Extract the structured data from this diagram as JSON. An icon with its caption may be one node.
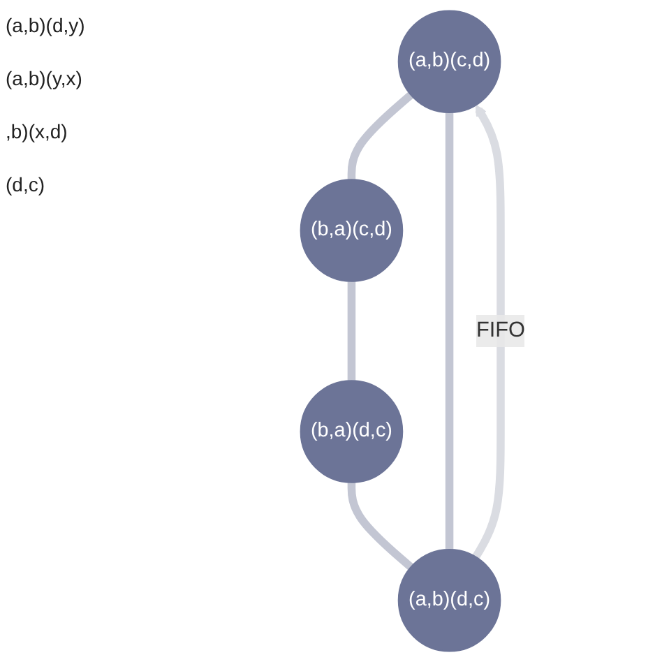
{
  "diagram": {
    "nodes": [
      {
        "text": [
          "(a,b)(c,d)"
        ]
      },
      {
        "text": [
          "(a,b)(d,c)"
        ]
      },
      {
        "text": [
          "(b,a)(c,d)"
        ]
      },
      {
        "text": [
          "(b,a)(d,c)"
        ]
      }
    ],
    "edges": [
      {
        "from": 0,
        "to": 2,
        "arrow": "none"
      },
      {
        "from": 2,
        "to": 3,
        "arrow": "none"
      },
      {
        "from": 3,
        "to": 1,
        "arrow": "none"
      },
      {
        "from": 1,
        "to": 0,
        "arrow": "none"
      },
      {
        "from": 1,
        "to": 0,
        "arrow": "to",
        "label": "FIFO",
        "color": "#dadce2"
      }
    ],
    "labels": [
      "(a,b)(d,y)",
      "(a,b)(y,x)",
      ",b)(x,d)",
      "(d,c)"
    ]
  }
}
